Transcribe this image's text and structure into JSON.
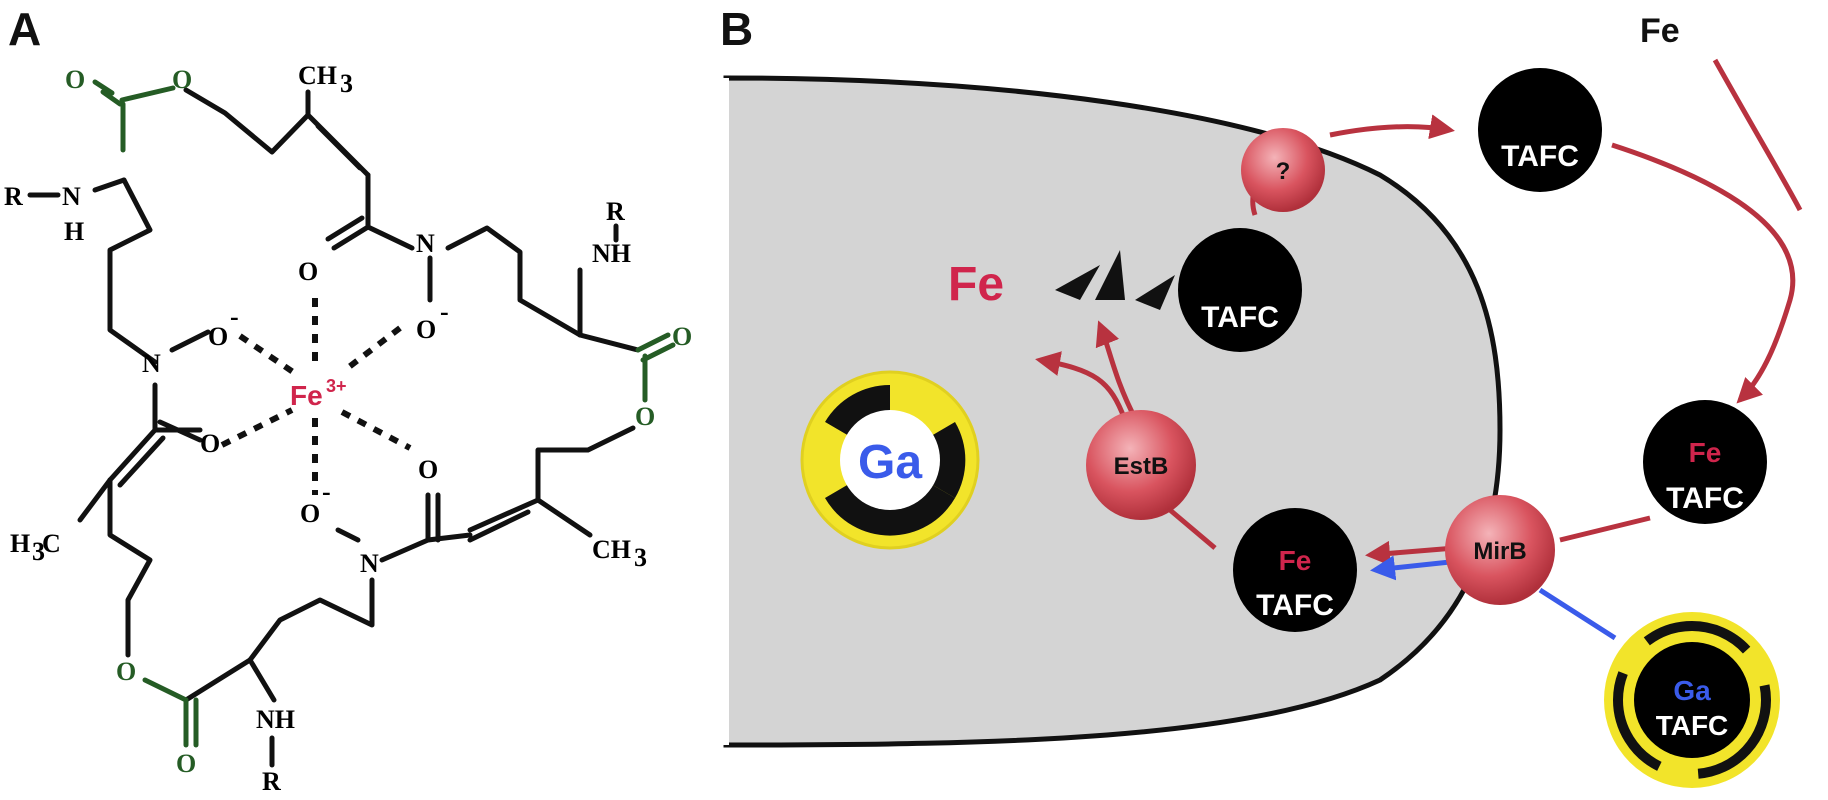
{
  "panels": {
    "a_label": "A",
    "b_label": "B"
  },
  "structure": {
    "center_ion": "Fe",
    "center_charge": "3+",
    "ch3_top": "CH",
    "ch3_top_sub": "3",
    "ch3_left": "H",
    "ch3_left_sub": "3",
    "ch3_left_c": "C",
    "ch3_right": "CH",
    "ch3_right_sub": "3",
    "r": "R",
    "nh": "NH",
    "n": "N",
    "h": "H",
    "o": "O",
    "minus": "-"
  },
  "diagram": {
    "fe_top": "Fe",
    "fe_inside": "Fe",
    "question": "?",
    "tafc": "TAFC",
    "fe_small": "Fe",
    "ga": "Ga",
    "estb": "EstB",
    "mirb": "MirB"
  },
  "colors": {
    "red": "#b8323f",
    "magenta": "#d0254c",
    "green": "#255c25",
    "blue": "#3a5bea",
    "yellow": "#f2e42a",
    "cell": "#d4d4d4"
  }
}
